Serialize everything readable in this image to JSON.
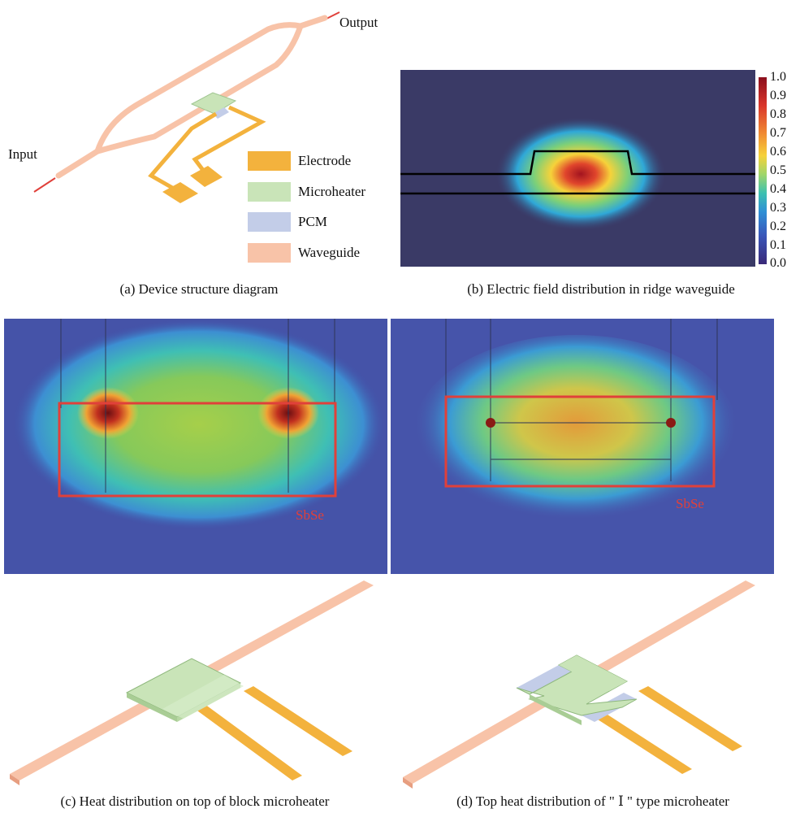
{
  "panel_a": {
    "input_label": "Input",
    "output_label": "Output",
    "legend": [
      {
        "label": "Electrode",
        "color": "#f3b23d"
      },
      {
        "label": "Microheater",
        "color": "#c9e4b8"
      },
      {
        "label": "PCM",
        "color": "#c3cde8"
      },
      {
        "label": "Waveguide",
        "color": "#f8c3a8"
      }
    ],
    "caption": "(a) Device structure diagram"
  },
  "panel_b": {
    "colorbar_ticks": [
      "1.0",
      "0.9",
      "0.8",
      "0.7",
      "0.6",
      "0.5",
      "0.4",
      "0.3",
      "0.2",
      "0.1",
      "0.0"
    ],
    "caption": "(b) Electric field distribution in ridge waveguide"
  },
  "panel_c": {
    "region_label": "SbSe",
    "caption": "(c) Heat distribution on top of block microheater"
  },
  "panel_d": {
    "region_label": "SbSe",
    "caption": "(d) Top heat distribution of \" Ⅰ \" type microheater"
  },
  "colors": {
    "waveguide": "#f8c3a8",
    "electrode": "#f3b23d",
    "microheater": "#c9e4b8",
    "pcm": "#c3cde8",
    "region_outline": "#e0403a"
  }
}
